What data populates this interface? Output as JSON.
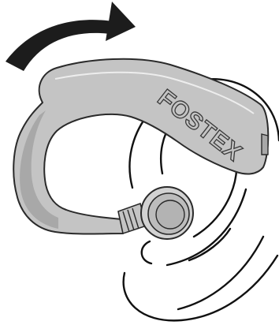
{
  "diagram": {
    "brand_text": "FOSTEX",
    "colors": {
      "background": "#ffffff",
      "arrow": "#1c1c1c",
      "housing_fill": "#c4c4c4",
      "housing_shade": "#a8a8a8",
      "outline": "#2a2a2a",
      "ear_line": "#111111",
      "ear_tip_fill": "#b3b3b3"
    },
    "icons": {
      "arrow": "curved-rotation-arrow",
      "ear": "ear-outline"
    }
  }
}
